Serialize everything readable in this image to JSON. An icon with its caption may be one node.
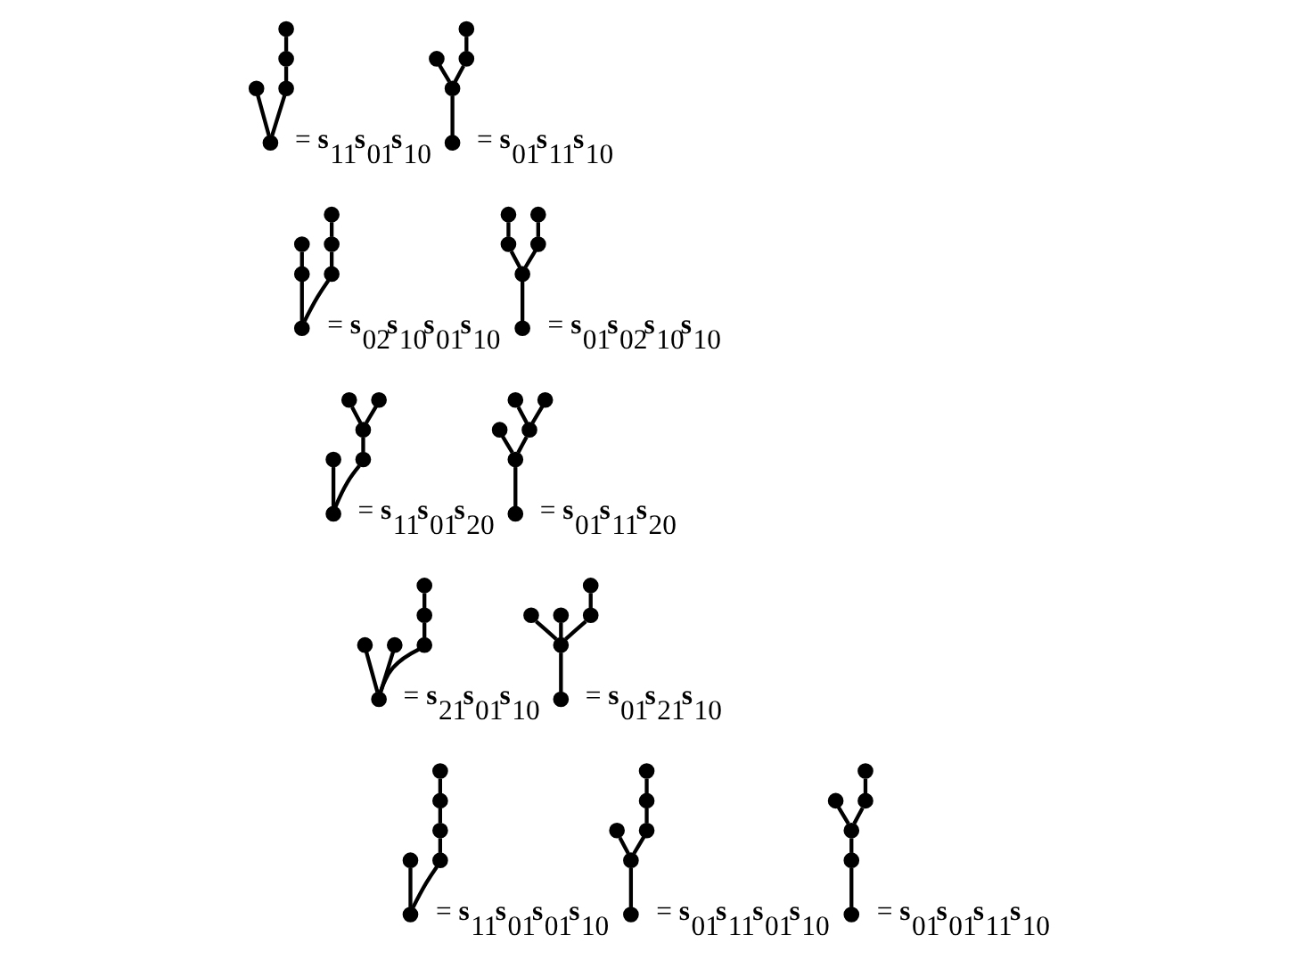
{
  "diagram": {
    "nodes": [
      {
        "text": [],
        "shape": "circle"
      },
      {
        "text": [],
        "shape": "circle"
      },
      {
        "text": [],
        "shape": "circle"
      },
      {
        "text": [],
        "shape": "circle"
      },
      {
        "text": [],
        "shape": "circle",
        "beside": [
          "= **s**$_{11}$**s**$_{01}$**s**$_{10}$"
        ]
      },
      {
        "text": [],
        "shape": "circle"
      },
      {
        "text": [],
        "shape": "circle"
      },
      {
        "text": [],
        "shape": "circle"
      },
      {
        "text": [],
        "shape": "circle"
      },
      {
        "text": [],
        "shape": "circle",
        "beside": [
          "= **s**$_{01}$**s**$_{11}$**s**$_{10}$"
        ]
      },
      {
        "text": [],
        "shape": "circle"
      },
      {
        "text": [],
        "shape": "circle"
      },
      {
        "text": [],
        "shape": "circle"
      },
      {
        "text": [],
        "shape": "circle"
      },
      {
        "text": [],
        "shape": "circle"
      },
      {
        "text": [],
        "shape": "circle",
        "beside": [
          "= **s**$_{02}$**s**$_{10}$**s**$_{01}$**s**$_{10}$"
        ]
      },
      {
        "text": [],
        "shape": "circle"
      },
      {
        "text": [],
        "shape": "circle"
      },
      {
        "text": [],
        "shape": "circle"
      },
      {
        "text": [],
        "shape": "circle"
      },
      {
        "text": [],
        "shape": "circle"
      },
      {
        "text": [],
        "shape": "circle",
        "beside": [
          "= **s**$_{01}$**s**$_{02}$**s**$_{10}$**s**$_{10}$"
        ]
      },
      {
        "text": [],
        "shape": "circle"
      },
      {
        "text": [],
        "shape": "circle"
      },
      {
        "text": [],
        "shape": "circle"
      },
      {
        "text": [],
        "shape": "circle"
      },
      {
        "text": [],
        "shape": "circle"
      },
      {
        "text": [],
        "shape": "circle",
        "beside": [
          "= **s**$_{11}$**s**$_{01}$**s**$_{20}$"
        ]
      },
      {
        "text": [],
        "shape": "circle"
      },
      {
        "text": [],
        "shape": "circle"
      },
      {
        "text": [],
        "shape": "circle"
      },
      {
        "text": [],
        "shape": "circle"
      },
      {
        "text": [],
        "shape": "circle"
      },
      {
        "text": [],
        "shape": "circle",
        "beside": [
          "= **s**$_{01}$**s**$_{11}$**s**$_{20}$"
        ]
      },
      {
        "text": [],
        "shape": "circle"
      },
      {
        "text": [],
        "shape": "circle"
      },
      {
        "text": [],
        "shape": "circle"
      },
      {
        "text": [],
        "shape": "circle"
      },
      {
        "text": [],
        "shape": "circle"
      },
      {
        "text": [],
        "shape": "circle",
        "beside": [
          "= **s**$_{21}$**s**$_{01}$**s**$_{10}$"
        ]
      },
      {
        "text": [],
        "shape": "circle"
      },
      {
        "text": [],
        "shape": "circle"
      },
      {
        "text": [],
        "shape": "circle"
      },
      {
        "text": [],
        "shape": "circle"
      },
      {
        "text": [],
        "shape": "circle"
      },
      {
        "text": [],
        "shape": "circle",
        "beside": [
          "= **s**$_{01}$**s**$_{21}$**s**$_{10}$"
        ]
      },
      {
        "text": [],
        "shape": "circle"
      },
      {
        "text": [],
        "shape": "circle"
      },
      {
        "text": [],
        "shape": "circle"
      },
      {
        "text": [],
        "shape": "circle"
      },
      {
        "text": [],
        "shape": "circle"
      },
      {
        "text": [],
        "shape": "circle",
        "beside": [
          "= **s**$_{11}$**s**$_{01}$**s**$_{01}$**s**$_{10}$"
        ]
      },
      {
        "text": [],
        "shape": "circle"
      },
      {
        "text": [],
        "shape": "circle"
      },
      {
        "text": [],
        "shape": "circle"
      },
      {
        "text": [],
        "shape": "circle"
      },
      {
        "text": [],
        "shape": "circle"
      },
      {
        "text": [],
        "shape": "circle",
        "beside": [
          "= **s**$_{01}$**s**$_{11}$**s**$_{01}$**s**$_{10}$"
        ]
      },
      {
        "text": [],
        "shape": "circle"
      },
      {
        "text": [],
        "shape": "circle"
      },
      {
        "text": [],
        "shape": "circle"
      },
      {
        "text": [],
        "shape": "circle"
      },
      {
        "text": [],
        "shape": "circle"
      },
      {
        "text": [],
        "shape": "circle",
        "beside": [
          "= **s**$_{01}$**s**$_{01}$**s**$_{11}$**s**$_{10}$"
        ]
      }
    ],
    "edges": [
      {
        "from": 4,
        "to": 2,
        "arrow": "none"
      },
      {
        "from": 4,
        "to": 3,
        "arrow": "none"
      },
      {
        "from": 3,
        "to": 1,
        "arrow": "none"
      },
      {
        "from": 1,
        "to": 0,
        "arrow": "none"
      },
      {
        "from": 9,
        "to": 8,
        "arrow": "none"
      },
      {
        "from": 8,
        "to": 6,
        "arrow": "none"
      },
      {
        "from": 8,
        "to": 7,
        "arrow": "none"
      },
      {
        "from": 7,
        "to": 5,
        "arrow": "none"
      },
      {
        "from": 15,
        "to": 13,
        "arrow": "none"
      },
      {
        "from": 13,
        "to": 11,
        "arrow": "none"
      },
      {
        "from": 15,
        "to": 14,
        "arrow": "none"
      },
      {
        "from": 14,
        "to": 12,
        "arrow": "none"
      },
      {
        "from": 12,
        "to": 10,
        "arrow": "none"
      },
      {
        "from": 21,
        "to": 20,
        "arrow": "none"
      },
      {
        "from": 20,
        "to": 18,
        "arrow": "none"
      },
      {
        "from": 20,
        "to": 19,
        "arrow": "none"
      },
      {
        "from": 18,
        "to": 16,
        "arrow": "none"
      },
      {
        "from": 19,
        "to": 17,
        "arrow": "none"
      },
      {
        "from": 27,
        "to": 25,
        "arrow": "none"
      },
      {
        "from": 27,
        "to": 26,
        "arrow": "none"
      },
      {
        "from": 26,
        "to": 24,
        "arrow": "none"
      },
      {
        "from": 24,
        "to": 22,
        "arrow": "none"
      },
      {
        "from": 24,
        "to": 23,
        "arrow": "none"
      },
      {
        "from": 33,
        "to": 32,
        "arrow": "none"
      },
      {
        "from": 32,
        "to": 30,
        "arrow": "none"
      },
      {
        "from": 32,
        "to": 31,
        "arrow": "none"
      },
      {
        "from": 31,
        "to": 28,
        "arrow": "none"
      },
      {
        "from": 31,
        "to": 29,
        "arrow": "none"
      },
      {
        "from": 39,
        "to": 36,
        "arrow": "none"
      },
      {
        "from": 39,
        "to": 37,
        "arrow": "none"
      },
      {
        "from": 39,
        "to": 38,
        "arrow": "none"
      },
      {
        "from": 38,
        "to": 35,
        "arrow": "none"
      },
      {
        "from": 35,
        "to": 34,
        "arrow": "none"
      },
      {
        "from": 45,
        "to": 44,
        "arrow": "none"
      },
      {
        "from": 44,
        "to": 41,
        "arrow": "none"
      },
      {
        "from": 44,
        "to": 42,
        "arrow": "none"
      },
      {
        "from": 44,
        "to": 43,
        "arrow": "none"
      },
      {
        "from": 43,
        "to": 40,
        "arrow": "none"
      },
      {
        "from": 51,
        "to": 49,
        "arrow": "none"
      },
      {
        "from": 51,
        "to": 50,
        "arrow": "none"
      },
      {
        "from": 50,
        "to": 48,
        "arrow": "none"
      },
      {
        "from": 48,
        "to": 47,
        "arrow": "none"
      },
      {
        "from": 47,
        "to": 46,
        "arrow": "none"
      },
      {
        "from": 57,
        "to": 56,
        "arrow": "none"
      },
      {
        "from": 56,
        "to": 54,
        "arrow": "none"
      },
      {
        "from": 56,
        "to": 55,
        "arrow": "none"
      },
      {
        "from": 55,
        "to": 53,
        "arrow": "none"
      },
      {
        "from": 53,
        "to": 52,
        "arrow": "none"
      },
      {
        "from": 63,
        "to": 62,
        "arrow": "none"
      },
      {
        "from": 62,
        "to": 61,
        "arrow": "none"
      },
      {
        "from": 61,
        "to": 59,
        "arrow": "none"
      },
      {
        "from": 61,
        "to": 60,
        "arrow": "none"
      },
      {
        "from": 60,
        "to": 58,
        "arrow": "none"
      }
    ]
  }
}
